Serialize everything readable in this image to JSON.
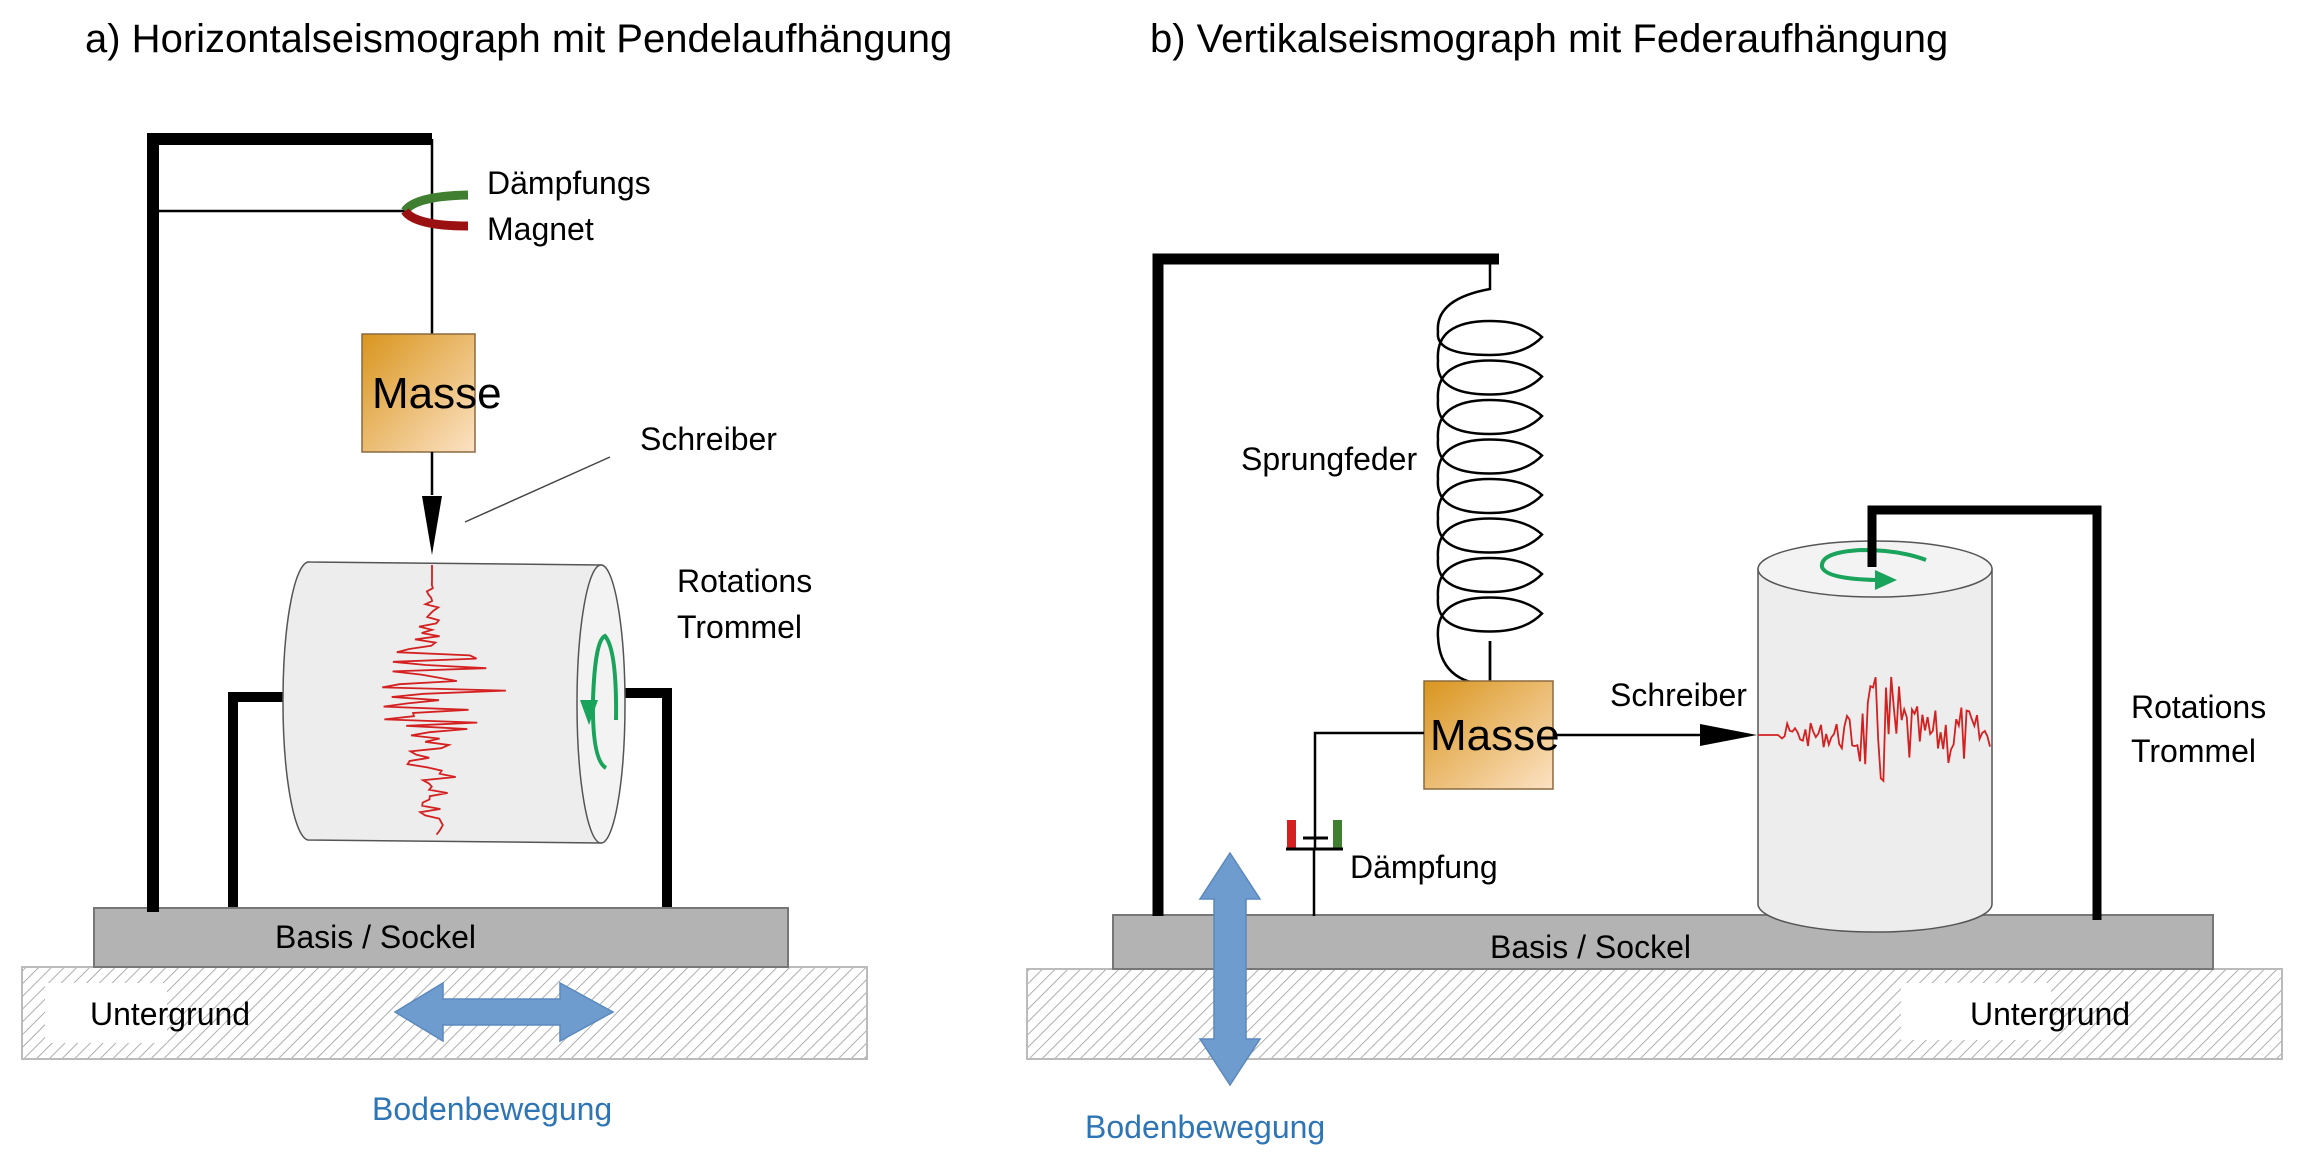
{
  "panel_a": {
    "title": "a) Horizontalseismograph mit Pendelaufhängung",
    "magnet_label_line1": "Dämpfungs",
    "magnet_label_line2": "Magnet",
    "mass_label": "Masse",
    "pen_label": "Schreiber",
    "drum_label_line1": "Rotations",
    "drum_label_line2": "Trommel",
    "base_label": "Basis / Sockel",
    "ground_label": "Untergrund",
    "motion_label": "Bodenbewegung",
    "motion_direction": "horizontal"
  },
  "panel_b": {
    "title": "b) Vertikalseismograph mit Federaufhängung",
    "spring_label": "Sprungfeder",
    "mass_label": "Masse",
    "pen_label": "Schreiber",
    "damper_label": "Dämpfung",
    "drum_label_line1": "Rotations",
    "drum_label_line2": "Trommel",
    "base_label": "Basis / Sockel",
    "ground_label": "Untergrund",
    "motion_label": "Bodenbewegung",
    "motion_direction": "vertical"
  },
  "colors": {
    "trace": "#d42020",
    "rotation_arrow": "#1aa35a",
    "magnet_north": "#3f7f2f",
    "magnet_south": "#9b1010",
    "mass_fill_dark": "#d9951e",
    "mass_fill_light": "#fbdfbc",
    "motion_arrow": "#6f9ccf",
    "motion_text": "#2e75b6",
    "base_fill": "#b3b3b3",
    "drum_fill": "#eeeeee"
  }
}
